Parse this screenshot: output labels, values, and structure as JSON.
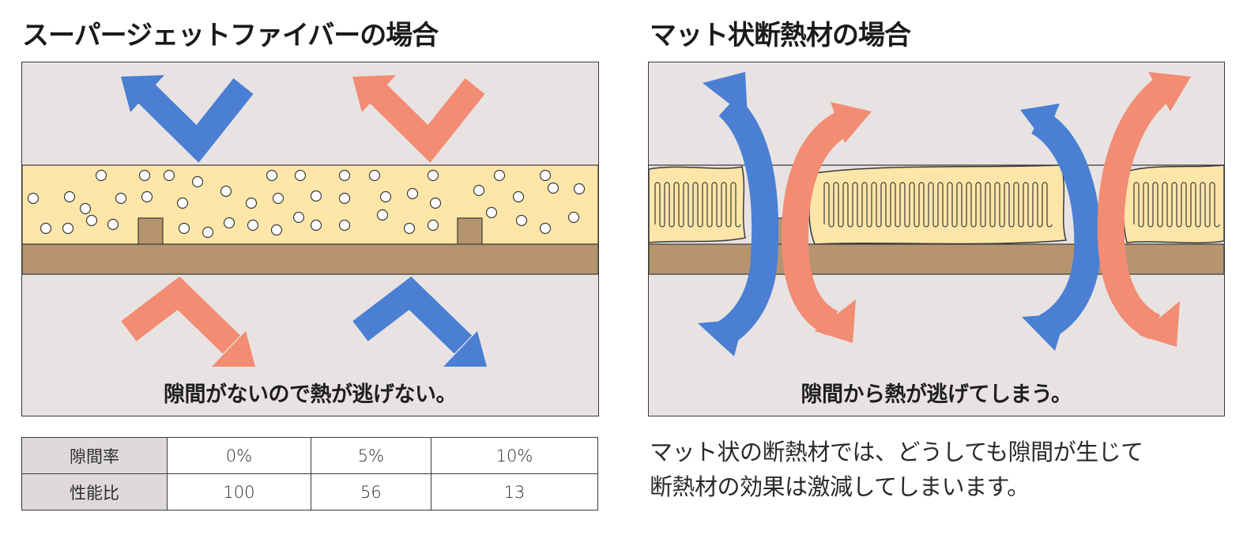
{
  "left": {
    "title": "スーパージェットファイバーの場合",
    "caption": "隙間がないので熱が逃げない。"
  },
  "right": {
    "title": "マット状断熱材の場合",
    "caption": "隙間から熱が逃げてしまう。"
  },
  "table": {
    "rows": [
      {
        "header": "隙間率",
        "cells": [
          "0%",
          "5%",
          "10%"
        ]
      },
      {
        "header": "性能比",
        "cells": [
          "100",
          "56",
          "13"
        ]
      }
    ]
  },
  "note": {
    "line1": "マット状の断熱材では、どうしても隙間が生じて",
    "line2": "断熱材の効果は激減してしまいます。"
  },
  "colors": {
    "cool_arrow": "#4a7fd4",
    "warm_arrow": "#f28c73",
    "insulation_fill": "#fde6a8",
    "stud": "#b5946f",
    "background": "#e8e3e2"
  }
}
